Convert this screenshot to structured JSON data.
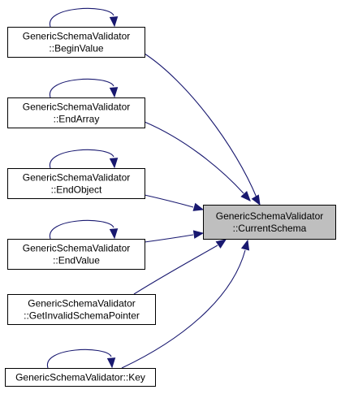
{
  "colors": {
    "edge": "#191970",
    "node_border": "#000000",
    "node_fill": "#ffffff",
    "focus_fill": "#bfbfbf",
    "text": "#000000"
  },
  "nodes": [
    {
      "id": "begin_value",
      "lines": [
        "GenericSchemaValidator",
        "::BeginValue"
      ],
      "focus": false,
      "self_loop": true
    },
    {
      "id": "end_array",
      "lines": [
        "GenericSchemaValidator",
        "::EndArray"
      ],
      "focus": false,
      "self_loop": true
    },
    {
      "id": "end_object",
      "lines": [
        "GenericSchemaValidator",
        "::EndObject"
      ],
      "focus": false,
      "self_loop": true
    },
    {
      "id": "end_value",
      "lines": [
        "GenericSchemaValidator",
        "::EndValue"
      ],
      "focus": false,
      "self_loop": true
    },
    {
      "id": "get_invalid_schema_pointer",
      "lines": [
        "GenericSchemaValidator",
        "::GetInvalidSchemaPointer"
      ],
      "focus": false,
      "self_loop": false
    },
    {
      "id": "key",
      "lines": [
        "GenericSchemaValidator::Key"
      ],
      "focus": false,
      "self_loop": true
    },
    {
      "id": "current_schema",
      "lines": [
        "GenericSchemaValidator",
        "::CurrentSchema"
      ],
      "focus": true,
      "self_loop": false
    }
  ],
  "edges": [
    {
      "from": "begin_value",
      "to": "current_schema"
    },
    {
      "from": "end_array",
      "to": "current_schema"
    },
    {
      "from": "end_object",
      "to": "current_schema"
    },
    {
      "from": "end_value",
      "to": "current_schema"
    },
    {
      "from": "get_invalid_schema_pointer",
      "to": "current_schema"
    },
    {
      "from": "key",
      "to": "current_schema"
    }
  ]
}
